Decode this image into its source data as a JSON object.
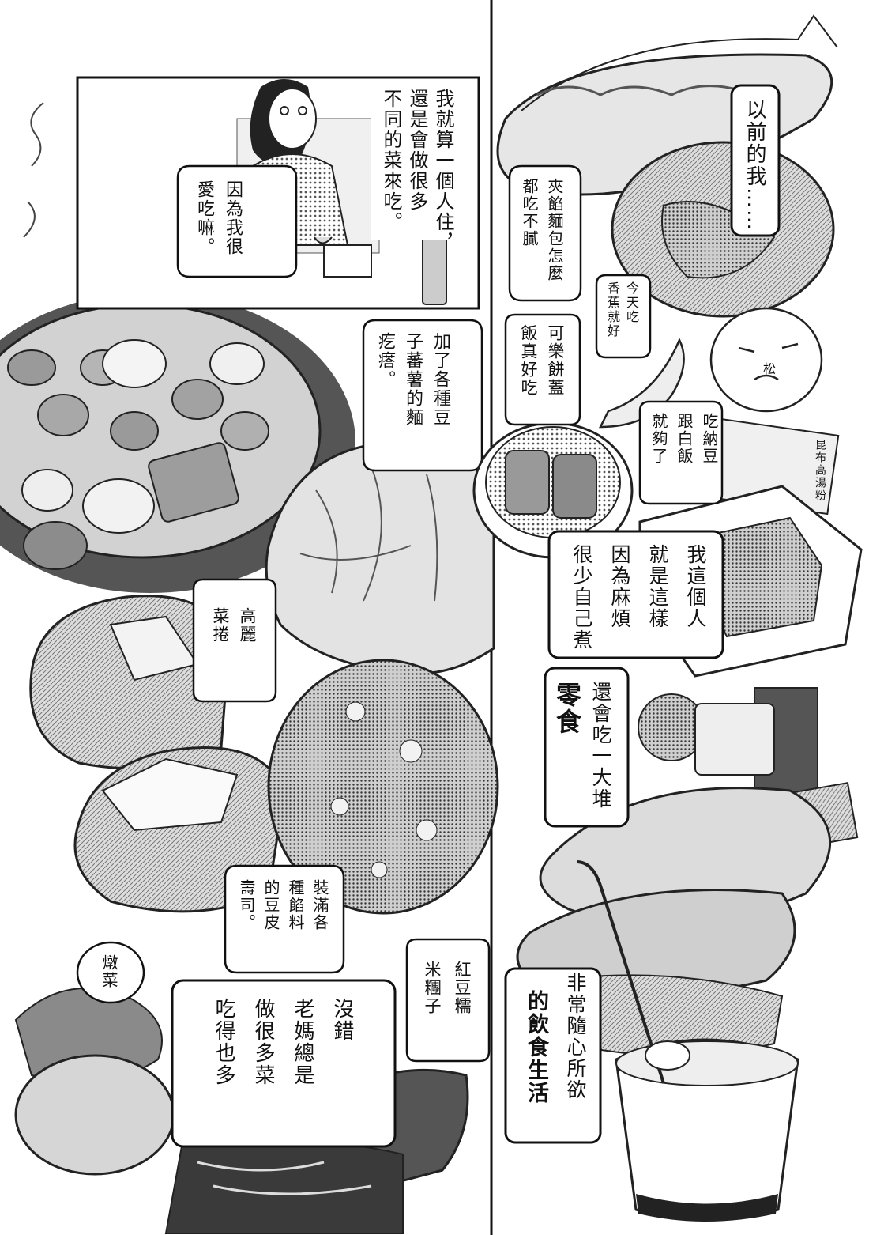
{
  "right_page": {
    "caption_before": "以前的我……",
    "bubble_sandwich": "夾餡麵包怎麼\n都吃不膩",
    "bubble_banana": "今天吃\n香蕉就好",
    "bubble_croquette": "可樂餅蓋\n飯真好吃",
    "bubble_natto": "吃納豆\n跟白飯\n就夠了",
    "face_mark": "松",
    "package_label": "昆布高湯粉",
    "caption_lazy": "我這個人\n就是這樣\n因為麻煩\n很少自己煮",
    "caption_snacks_line": "還會吃一大堆",
    "caption_snacks_bold": "零食",
    "caption_diet_line": "非常隨心所欲",
    "caption_diet_bold": "的飲食生活"
  },
  "left_page": {
    "panel_text": "我就算一個人住，\n還是會做很多\n不同的菜來吃。",
    "bubble_love_eat": "因為我很\n愛吃嘛。",
    "bubble_dumpling": "加了各種豆\n子蕃薯的麵\n疙瘩。",
    "bubble_cabbage": "高麗\n菜捲",
    "bubble_tofu_sushi": "裝滿各\n種餡料\n的豆皮\n壽司。",
    "bubble_mochi": "紅豆糯\n米糰子",
    "bubble_stew": "燉菜",
    "caption_mom": "沒錯\n老媽總是\n做很多菜\n吃得也多"
  }
}
